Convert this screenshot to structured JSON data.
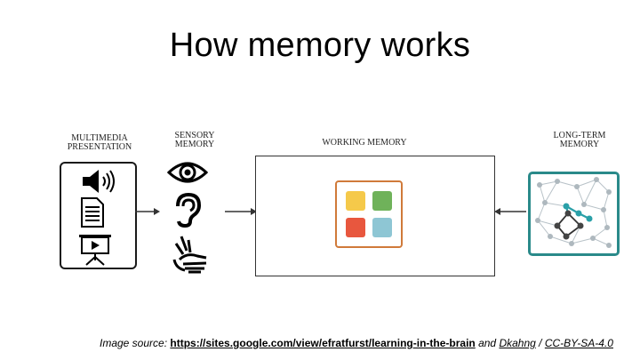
{
  "title": "How memory works",
  "stages": {
    "multimedia": "MULTIMEDIA\nPRESENTATION",
    "sensory": "SENSORY\nMEMORY",
    "working": "WORKING MEMORY",
    "longterm": "LONG-TERM\nMEMORY"
  },
  "working_memory_colors": [
    "#f5c94a",
    "#6fb25a",
    "#e8573e",
    "#8ec6d4"
  ],
  "accent_colors": {
    "working_border": "#d07a3a",
    "longterm_border": "#2a8a8a"
  },
  "icons": {
    "multimedia": [
      "speaker-icon",
      "document-icon",
      "presentation-icon"
    ],
    "sensory": [
      "eye-icon",
      "ear-icon",
      "hand-icon"
    ]
  },
  "source": {
    "prefix": "Image source: ",
    "link1": "https://sites.google.com/view/efratfurst/learning-in-the-brain",
    "middle": " and ",
    "link2": "Dkahng",
    "sep": " / ",
    "link3": "CC-BY-SA-4.0"
  }
}
